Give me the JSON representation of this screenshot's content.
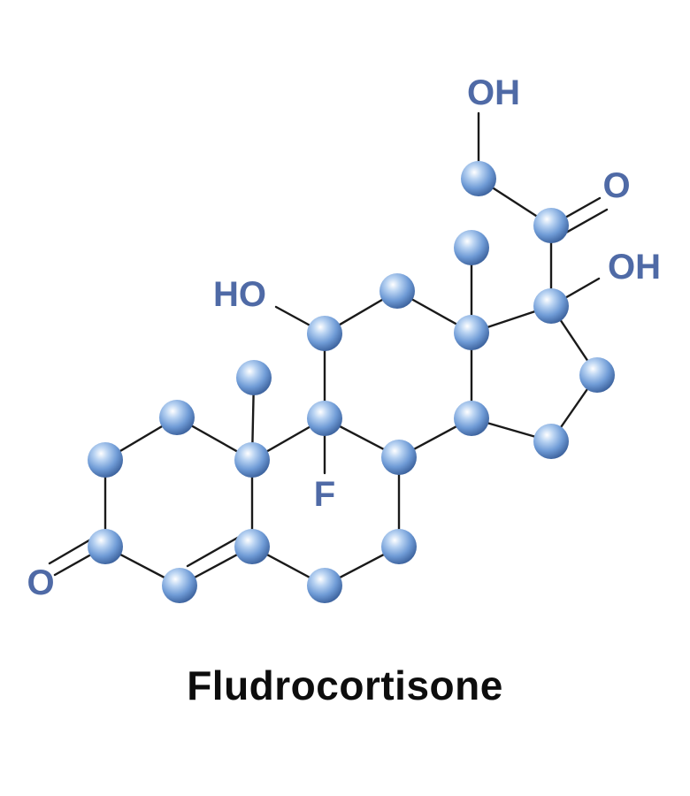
{
  "title": "Fludrocortisone",
  "atom_labels": {
    "oh_top": "OH",
    "o_ketone_side": "O",
    "oh_right": "OH",
    "ho_left": "HO",
    "f": "F",
    "o_ring": "O"
  },
  "colors": {
    "atom_sphere": "#6f9bd6",
    "atom_label": "#4f6aa6",
    "bond": "#1a1a1a",
    "title": "#0d0d0d"
  }
}
